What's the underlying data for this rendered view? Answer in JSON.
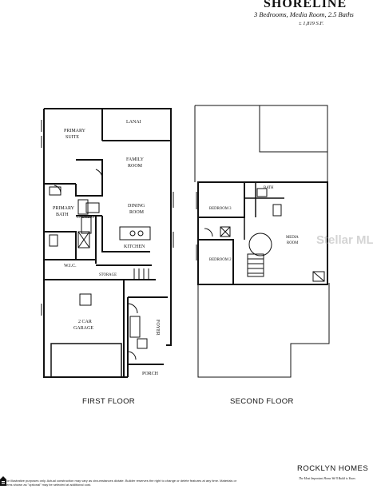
{
  "header": {
    "title": "SHORELINE",
    "subtitle": "3 Bedrooms, Media Room, 2.5 Baths",
    "sqft": "± 1,819 S.F."
  },
  "first_floor": {
    "label": "FIRST FLOOR",
    "rooms": {
      "lanai": "LANAI",
      "primary_suite": [
        "PRIMARY",
        "SUITE"
      ],
      "family_room": [
        "FAMILY",
        "ROOM"
      ],
      "primary_bath": [
        "PRIMARY",
        "BATH"
      ],
      "laundry": "LAUNDRY",
      "dining_room": [
        "DINING",
        "ROOM"
      ],
      "kitchen": "KITCHEN",
      "wic": "W.I.C.",
      "storage": "STORAGE",
      "garage": [
        "2 CAR",
        "GARAGE"
      ],
      "foyer": "FOYER",
      "porch": "PORCH"
    }
  },
  "second_floor": {
    "label": "SECOND FLOOR",
    "rooms": {
      "bath": "BATH",
      "bedroom3": "BEDROOM 3",
      "media_room": [
        "MEDIA",
        "ROOM"
      ],
      "bedroom2": "BEDROOM 2"
    }
  },
  "footer": {
    "disclaimer": "For illustrative purposes only. Actual construction may vary as circumstances dictate. Builder reserves the right to change or delete features at any time. Materials or items shown as \"optional\" may be selected at additional cost.",
    "brand": "ROCKLYN HOMES",
    "tagline": "The Most Important Home We'll Build is Yours"
  },
  "watermark": "Stellar MLS"
}
